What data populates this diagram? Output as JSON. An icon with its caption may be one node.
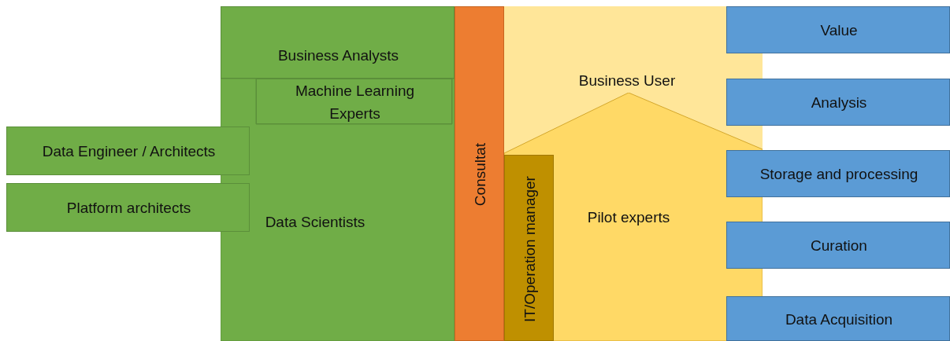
{
  "diagram": {
    "nodes": [
      {
        "text": [
          "Business Analysts"
        ]
      },
      {
        "text": [
          "Machine Learning Experts"
        ]
      },
      {
        "text": [
          "Data Engineer / Architects"
        ]
      },
      {
        "text": [
          "Platform architects"
        ]
      },
      {
        "text": [
          "Data Scientists"
        ]
      },
      {
        "text": [
          "Consultat"
        ]
      },
      {
        "text": [
          "Business User"
        ]
      },
      {
        "text": [
          "Pilot experts"
        ],
        "in": 6
      },
      {
        "text": [
          "IT/Operation manager"
        ],
        "in": 7
      },
      {
        "text": [
          "Value"
        ]
      },
      {
        "text": [
          "Analysis"
        ]
      },
      {
        "text": [
          "Storage and processing"
        ]
      },
      {
        "text": [
          "Curation"
        ]
      },
      {
        "text": [
          "Data Acquisition"
        ]
      }
    ],
    "edges": []
  }
}
